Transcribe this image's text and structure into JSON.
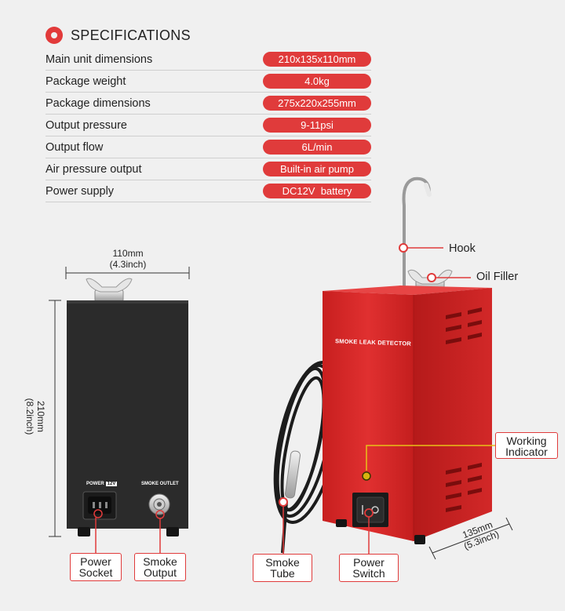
{
  "specifications": {
    "title": "SPECIFICATIONS",
    "rows": [
      {
        "label": "Main unit dimensions",
        "value": "210x135x110mm"
      },
      {
        "label": "Package weight",
        "value": "4.0kg"
      },
      {
        "label": "Package dimensions",
        "value": "275x220x255mm"
      },
      {
        "label": "Output pressure",
        "value": "9-11psi"
      },
      {
        "label": "Output flow",
        "value": "6L/min"
      },
      {
        "label": "Air pressure output",
        "value": "Built-in air pump"
      },
      {
        "label": "Power supply",
        "value": "DC12V  battery"
      }
    ]
  },
  "dimensions": {
    "width_mm": "110mm",
    "width_in": "(4.3inch)",
    "height_mm": "210mm",
    "height_in": "(8.2inch)",
    "depth_mm": "135mm",
    "depth_in": "(5.3inch)"
  },
  "panel_labels": {
    "power": "POWER",
    "power_voltage": "12V",
    "smoke_outlet": "SMOKE OUTLET",
    "device_name": "SMOKE LEAK DETECTOR"
  },
  "callouts": {
    "hook": "Hook",
    "oil_filler": "Oil Filler",
    "working_indicator_line1": "Working",
    "working_indicator_line2": "Indicator",
    "power_socket_line1": "Power",
    "power_socket_line2": "Socket",
    "smoke_output_line1": "Smoke",
    "smoke_output_line2": "Output",
    "smoke_tube_line1": "Smoke",
    "smoke_tube_line2": "Tube",
    "power_switch_line1": "Power",
    "power_switch_line2": "Switch"
  },
  "colors": {
    "accent": "#e03b3b",
    "device_red": "#d42a2a",
    "back_panel": "#2b2b2b",
    "background": "#f0f0f0"
  }
}
